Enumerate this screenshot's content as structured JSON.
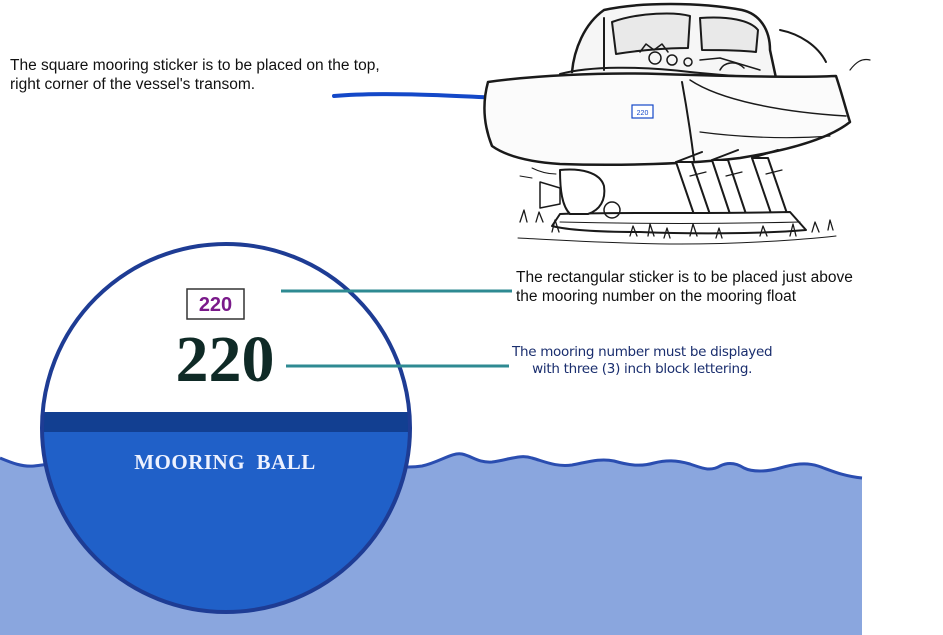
{
  "annotations": {
    "transom_sticker": {
      "line1": "The square mooring sticker is to be placed on the top,",
      "line2": "right corner of the vessel's transom."
    },
    "float_sticker": {
      "line1": "The rectangular sticker is to be placed just above",
      "line2": "the mooring number on the mooring float"
    },
    "number_display": {
      "line1": "The mooring number must be displayed",
      "line2": "with three (3) inch block lettering."
    }
  },
  "boat": {
    "sticker_text": "220"
  },
  "mooring_ball": {
    "sticker_text": "220",
    "number": "220",
    "band_label": "MOORING  BALL"
  },
  "colors": {
    "water": "#8aa6de",
    "wave_line": "#2a4db0",
    "ball_outline": "#1e3c94",
    "ball_lower": "#2060c8",
    "ball_band": "#123f91",
    "number": "#0f2a26",
    "sticker_text": "#7a1a8a",
    "leader_blue": "#1448c8",
    "leader_teal": "#2e8a92"
  }
}
